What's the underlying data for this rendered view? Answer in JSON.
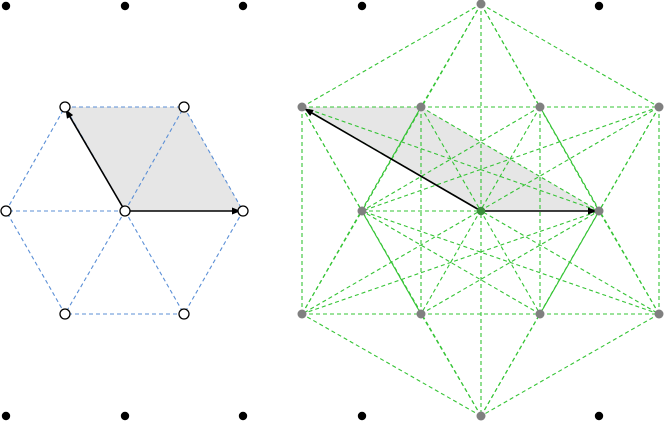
{
  "colors": {
    "background": "#ffffff",
    "lattice_dot": "#000000",
    "hex_edge_blue": "#5b8fd6",
    "hex_edge_green": "#35c435",
    "green_node": "#808080",
    "open_circle": "#000000",
    "arrow": "#000000",
    "cell_fill": "#e6e6e6"
  },
  "icons": {
    "lattice_point": "filled-dot-icon",
    "open_site": "open-circle-icon",
    "green_site": "gray-dot-icon",
    "basis_vector": "arrow-icon"
  },
  "diagrams": [
    {
      "name": "left-hexagon-lattice",
      "edge_color_key": "hex_edge_blue",
      "site_style": "open-circle",
      "basis_vectors": 2,
      "unit_cell": "parallelogram"
    },
    {
      "name": "right-supercell-lattice",
      "edge_color_key": "hex_edge_green",
      "site_style": "gray-dot",
      "basis_vectors": 2,
      "unit_cell": "parallelogram"
    }
  ]
}
